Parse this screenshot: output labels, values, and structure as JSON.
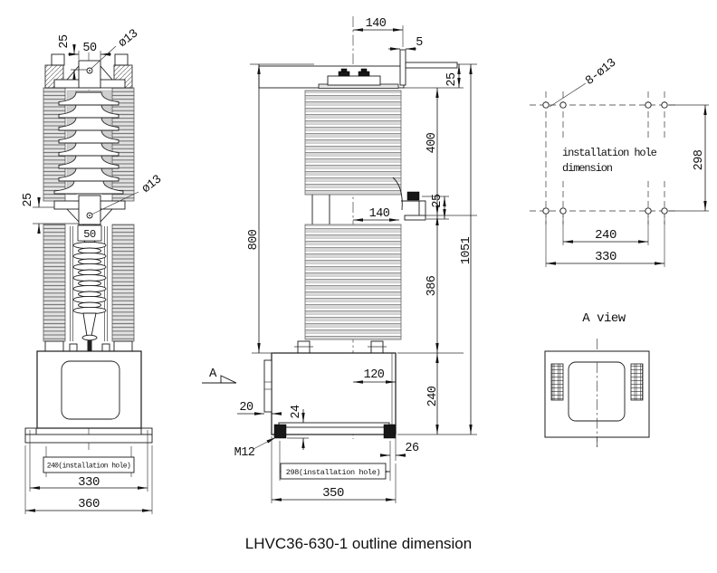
{
  "caption": "LHVC36-630-1 outline dimension",
  "colors": {
    "line": "#1a1a1a",
    "rib_fill": "#d8d8d8"
  },
  "front_view": {
    "dim_top_offset": "25",
    "dim_top_width": "50",
    "dim_top_hole": "ø13",
    "dim_mid_offset": "25",
    "dim_mid_hole": "ø13",
    "dim_mid_width": "50",
    "dim_install": "240(installation hole)",
    "dim_flange": "330",
    "dim_base": "360"
  },
  "side_view": {
    "dim_top_width": "140",
    "dim_bracket_thk": "5",
    "dim_bracket_drop": "25",
    "dim_upper": "400",
    "dim_left_height": "800",
    "dim_total_height": "1051",
    "dim_mid_width": "140",
    "dim_mid_drop": "25",
    "dim_lower": "386",
    "dim_box_offset": "120",
    "dim_box_height": "240",
    "dim_panel": "20",
    "dim_bolt": "24",
    "bolt_label": "M12",
    "dim_edge": "26",
    "dim_install": "298(installation hole)",
    "dim_box_width": "350",
    "view_arrow_label": "A"
  },
  "install_view": {
    "holes_label": "8-ø13",
    "note_line1": "installation hole",
    "note_line2": "dimension",
    "dim_height": "298",
    "dim_inner": "240",
    "dim_outer": "330"
  },
  "a_view": {
    "title": "A view"
  }
}
